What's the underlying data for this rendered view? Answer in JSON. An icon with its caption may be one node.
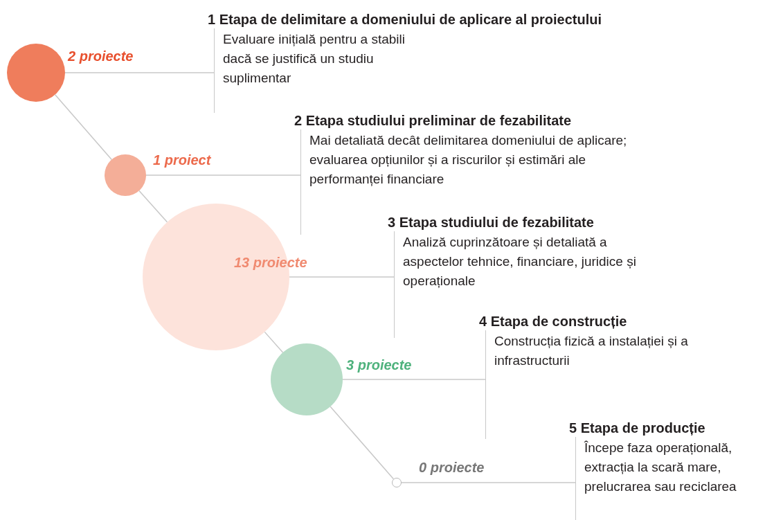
{
  "diagram": {
    "nodes": [
      {
        "text": [],
        "shape": "circle",
        "beside": [
          "2 proiecte"
        ]
      },
      {
        "text": [
          "1 Etapa de delimitare a domeniului de aplicare al proiectului",
          "Evaluare inițială pentru a stabili dacă se justifică un studiu suplimentar"
        ]
      },
      {
        "text": [],
        "shape": "circle",
        "beside": [
          "1 proiect"
        ]
      },
      {
        "text": [
          "2 Etapa studiului preliminar de fezabilitate",
          "Mai detaliată decât delimitarea domeniului de aplicare; evaluarea opțiunilor și a riscurilor și estimări ale performanței financiare"
        ]
      },
      {
        "text": [
          "13 proiecte"
        ]
      },
      {
        "text": [
          "3 Etapa studiului de fezabilitate",
          "Analiză cuprinzătoare și detaliată a aspectelor tehnice, financiare, juridice și operaționale"
        ]
      },
      {
        "text": [],
        "shape": "circle",
        "beside": [
          "3 proiecte"
        ]
      },
      {
        "text": [
          "4 Etapa de construcție",
          "Construcția fizică a instalației și a infrastructurii"
        ]
      },
      {
        "text": [],
        "shape": "circle",
        "beside": [
          "0 proiecte"
        ]
      },
      {
        "text": [
          "5 Etapa de producție",
          "Începe faza operațională, extracția la scară mare, prelucrarea sau reciclarea"
        ]
      }
    ],
    "edges": [
      {
        "from": 0,
        "to": 1,
        "arrow": "none"
      },
      {
        "from": 2,
        "to": 3,
        "arrow": "none"
      },
      {
        "from": 4,
        "to": 5,
        "arrow": "none"
      },
      {
        "from": 6,
        "to": 7,
        "arrow": "none"
      },
      {
        "from": 8,
        "to": 9,
        "arrow": "none"
      },
      {
        "from": 0,
        "to": 2,
        "arrow": "none"
      },
      {
        "from": 2,
        "to": 4,
        "arrow": "none"
      },
      {
        "from": 4,
        "to": 6,
        "arrow": "none"
      },
      {
        "from": 6,
        "to": 8,
        "arrow": "none"
      }
    ]
  }
}
